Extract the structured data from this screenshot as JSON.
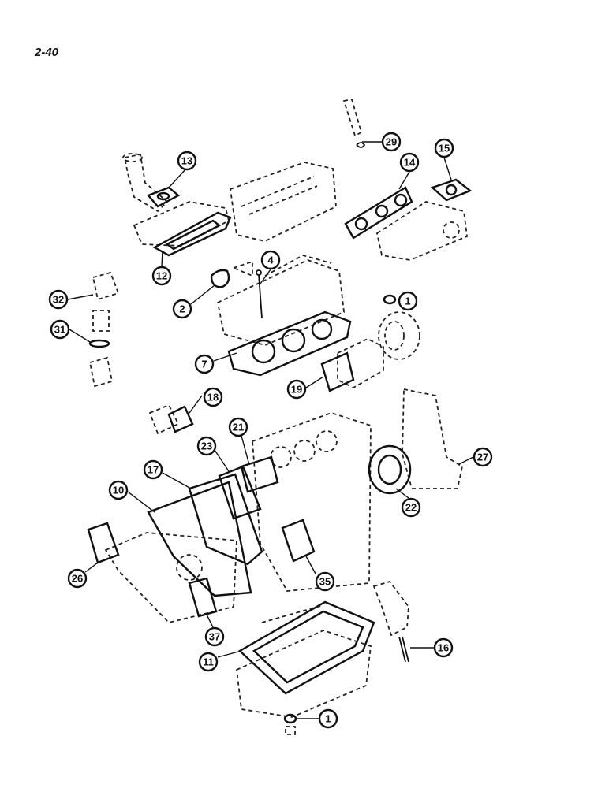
{
  "page": {
    "number": "2-40"
  },
  "callouts": [
    {
      "id": "29",
      "label": "29"
    },
    {
      "id": "13",
      "label": "13"
    },
    {
      "id": "14",
      "label": "14"
    },
    {
      "id": "15",
      "label": "15"
    },
    {
      "id": "12",
      "label": "12"
    },
    {
      "id": "4",
      "label": "4"
    },
    {
      "id": "32",
      "label": "32"
    },
    {
      "id": "2",
      "label": "2"
    },
    {
      "id": "1a",
      "label": "1"
    },
    {
      "id": "31",
      "label": "31"
    },
    {
      "id": "7",
      "label": "7"
    },
    {
      "id": "19",
      "label": "19"
    },
    {
      "id": "18",
      "label": "18"
    },
    {
      "id": "21",
      "label": "21"
    },
    {
      "id": "23",
      "label": "23"
    },
    {
      "id": "27",
      "label": "27"
    },
    {
      "id": "17",
      "label": "17"
    },
    {
      "id": "10",
      "label": "10"
    },
    {
      "id": "22",
      "label": "22"
    },
    {
      "id": "26",
      "label": "26"
    },
    {
      "id": "35",
      "label": "35"
    },
    {
      "id": "37",
      "label": "37"
    },
    {
      "id": "11",
      "label": "11"
    },
    {
      "id": "16",
      "label": "16"
    },
    {
      "id": "1b",
      "label": "1"
    }
  ]
}
